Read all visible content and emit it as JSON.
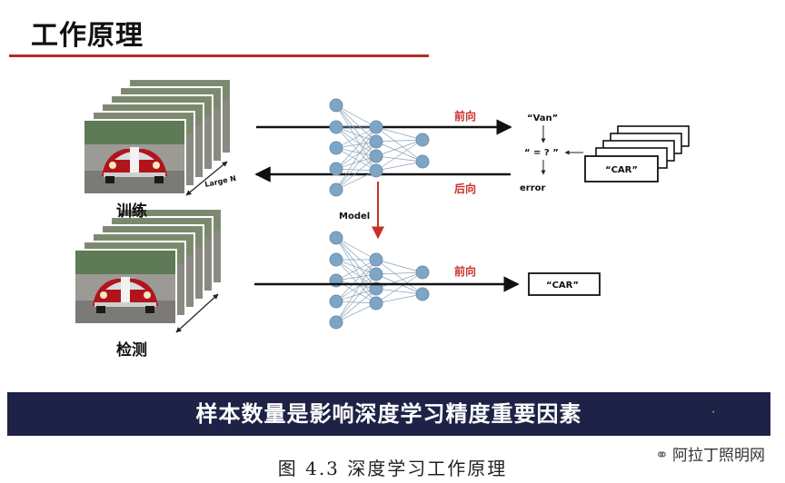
{
  "slide_title": "工作原理",
  "labels": {
    "train": "训练",
    "detect": "检测",
    "large_n": "Large N",
    "model": "Model",
    "forward_top": "前向",
    "backward": "后向",
    "forward_bottom": "前向",
    "van": "“Van”",
    "compare": "“ = ? ”",
    "error": "error",
    "car_train": "“CAR”",
    "car_output": "“CAR”"
  },
  "banner": {
    "text": "样本数量是影响深度学习精度重要因素",
    "mark": "·"
  },
  "caption": "图 4.3 深度学习工作原理",
  "watermark": {
    "text": "阿拉丁照明网",
    "icon": "wechat-icon"
  },
  "colors": {
    "accent_red": "#b52a2a",
    "node": "#7fa5c4",
    "banner_bg": "#1e2246"
  }
}
